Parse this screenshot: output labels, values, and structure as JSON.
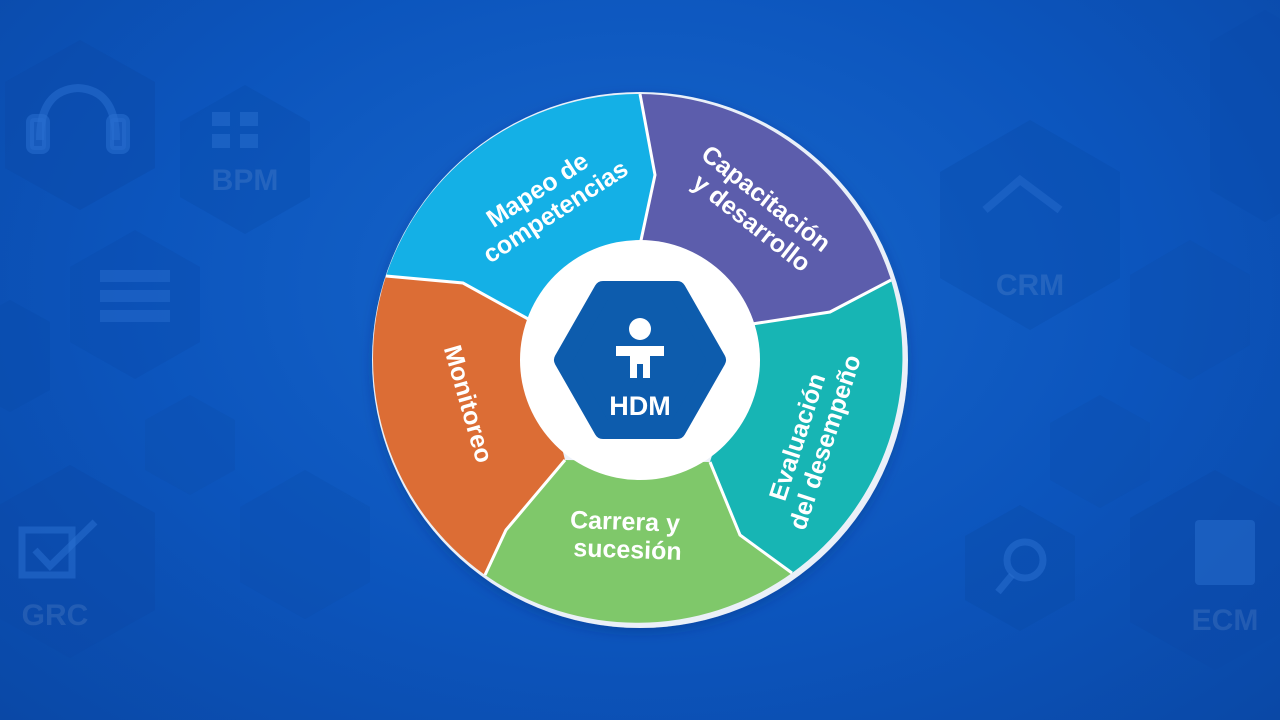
{
  "background": {
    "tiles": [
      {
        "label": "",
        "icon": "headset-icon"
      },
      {
        "label": "BPM",
        "icon": "flowchart-icon"
      },
      {
        "label": "",
        "icon": "document-icon"
      },
      {
        "label": "GRC",
        "icon": "checkbox-icon"
      },
      {
        "label": "CRM",
        "icon": "handshake-icon"
      },
      {
        "label": "",
        "icon": "search-icon"
      },
      {
        "label": "ECM",
        "icon": "file-icon"
      }
    ]
  },
  "diagram": {
    "center": {
      "label": "HDM",
      "icon": "person-icon"
    },
    "segments": [
      {
        "lines": [
          "Mapeo de",
          "competencias"
        ],
        "color": "#14b0e6"
      },
      {
        "lines": [
          "Capacitación",
          "y desarrollo"
        ],
        "color": "#5c5dac"
      },
      {
        "lines": [
          "Evaluación",
          "del desempeño"
        ],
        "color": "#17b5b4"
      },
      {
        "lines": [
          "Carrera y",
          "sucesión"
        ],
        "color": "#7fc86a"
      },
      {
        "lines": [
          "Monitoreo"
        ],
        "color": "#dc6d35"
      }
    ],
    "colors": {
      "ring": "#ffffff",
      "hexagon": "#0d5cad"
    }
  }
}
